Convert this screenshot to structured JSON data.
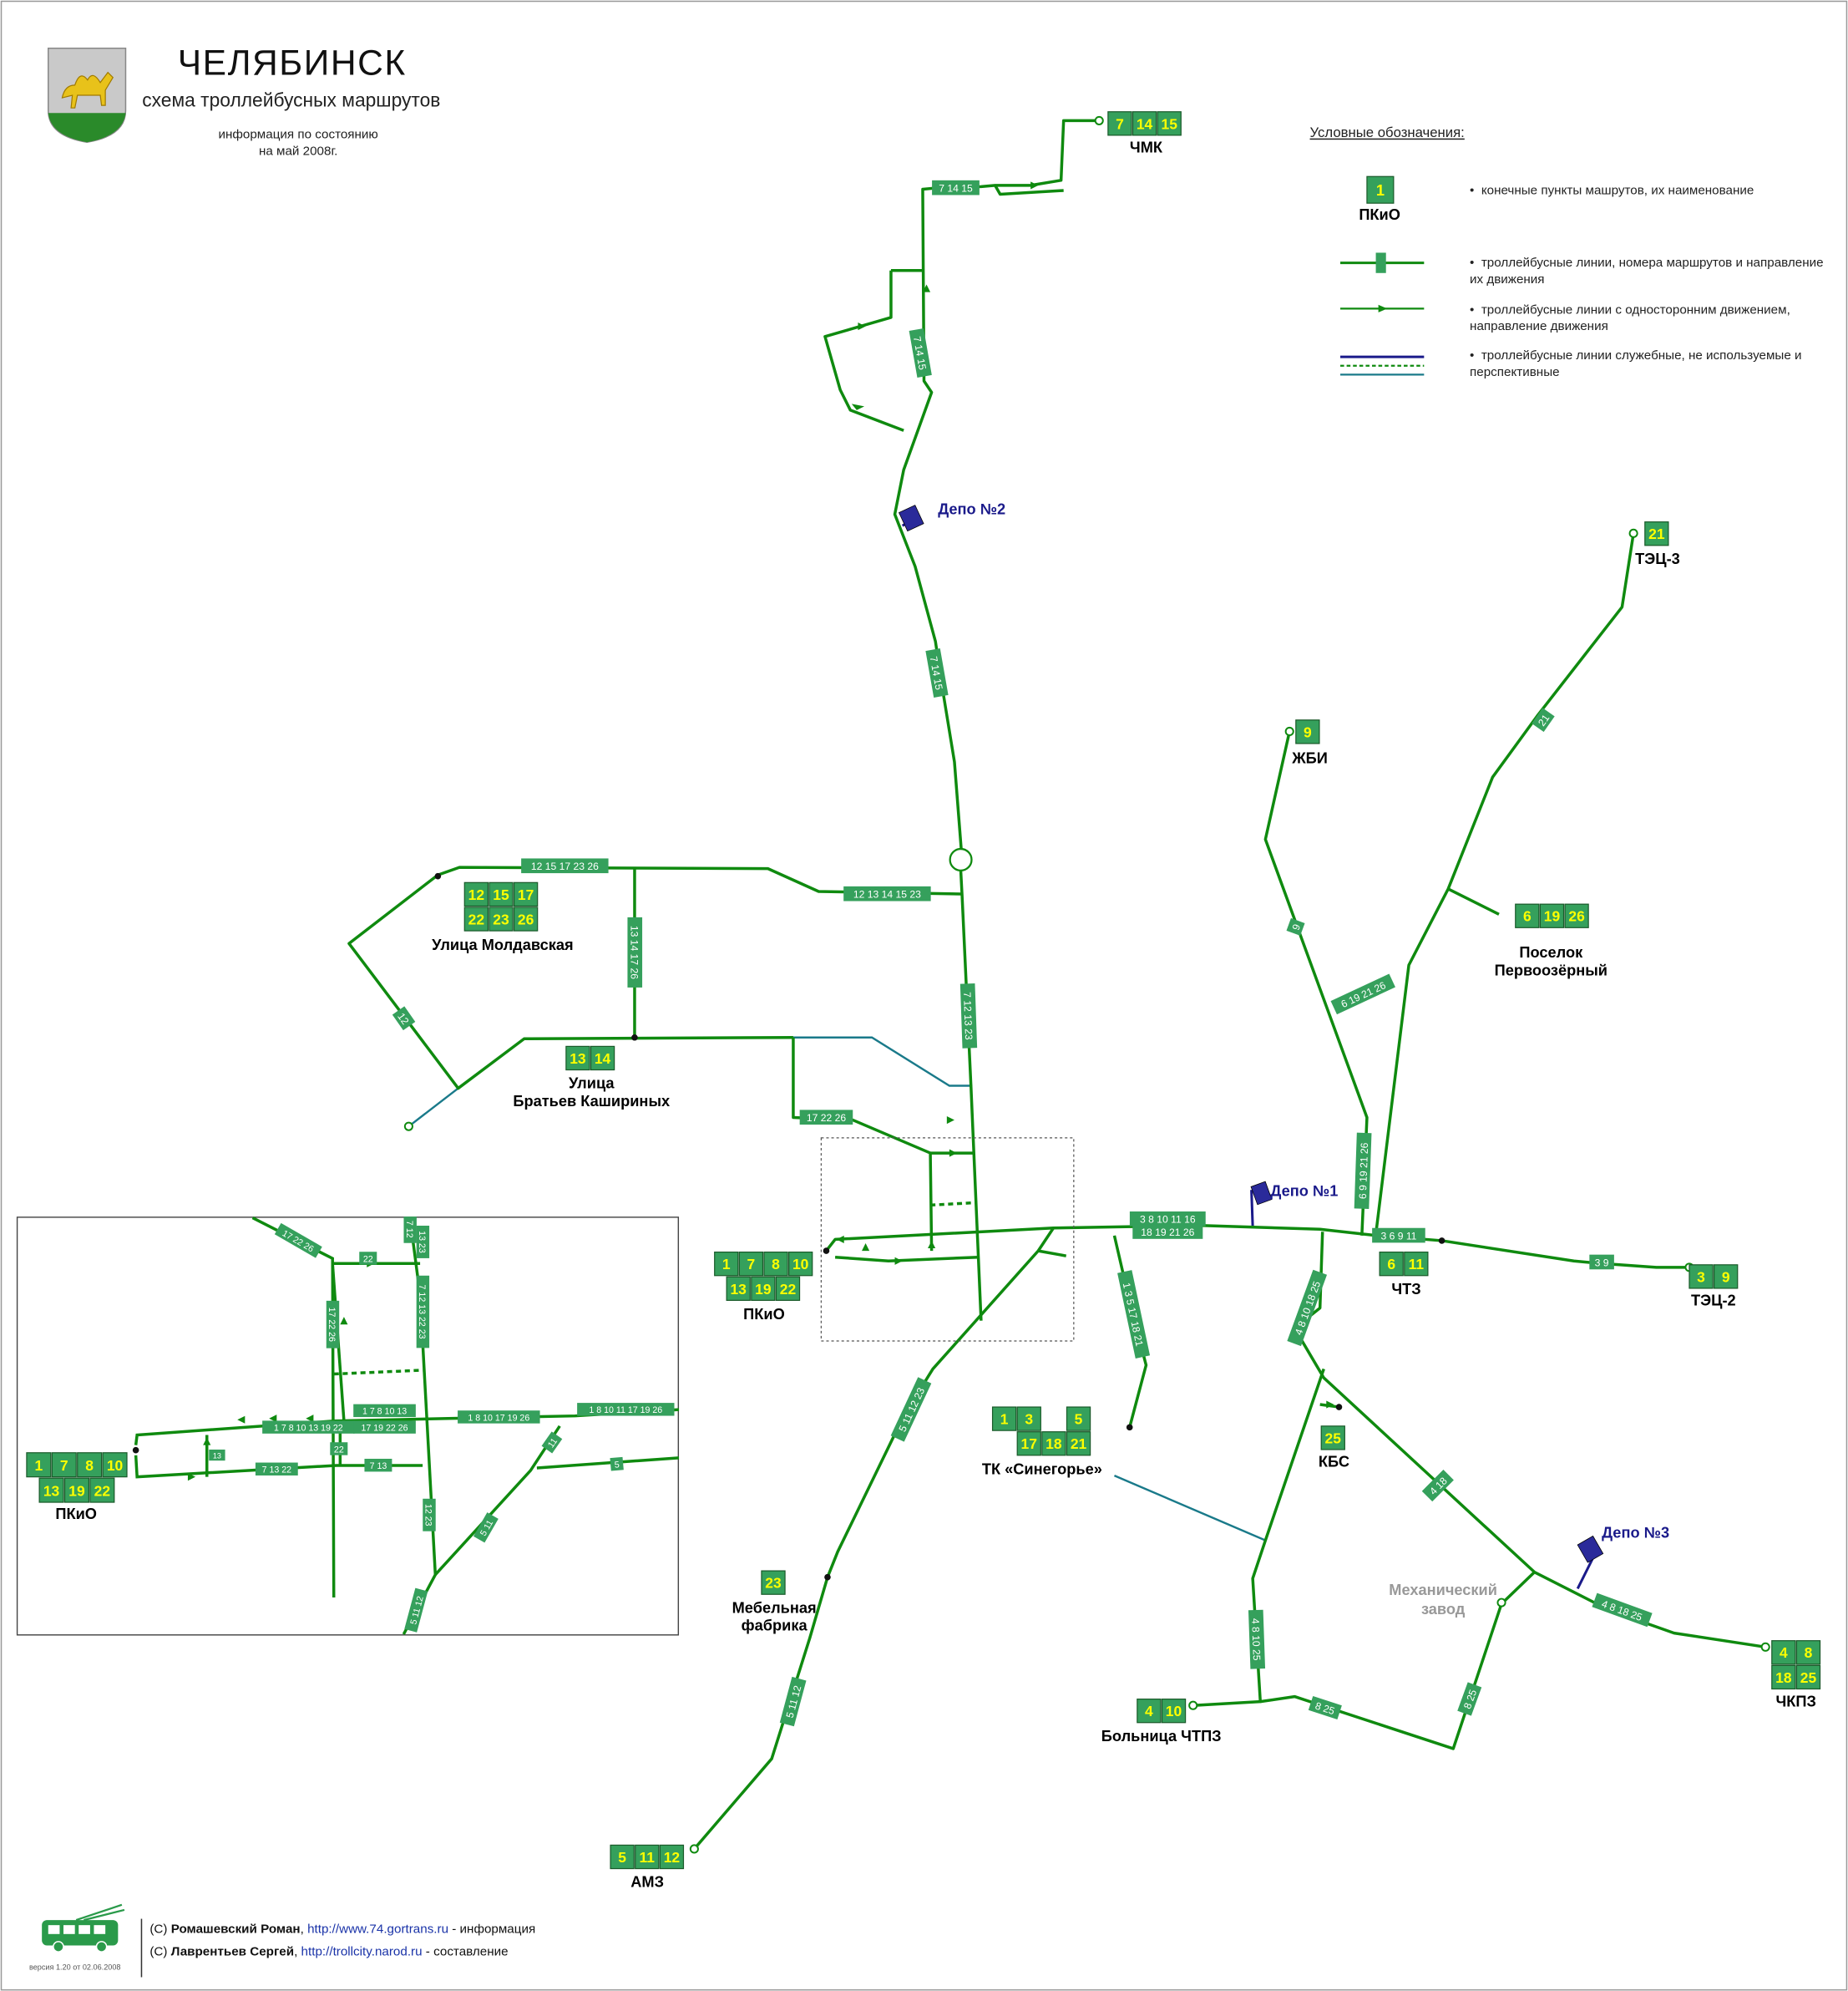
{
  "header": {
    "city": "ЧЕЛЯБИНСК",
    "subtitle": "схема троллейбусных маршрутов",
    "status_line1": "информация по состоянию",
    "status_line2": "на май 2008г."
  },
  "legend": {
    "title": "Условные обозначения:",
    "sample_route": "1",
    "sample_stop": "ПКиО",
    "items": [
      "конечные пункты машрутов, их наименование",
      "троллейбусные линии, номера маршрутов и направление их движения",
      "троллейбусные линии с односторонним движением, направление движения",
      "троллейбусные линии служебные, не используемые и перспективные"
    ]
  },
  "colors": {
    "line": "#0f8a0f",
    "box": "#35a05c",
    "box_text": "#ffff00",
    "service": "#1a7a8a",
    "depot": "#1a1a8a"
  },
  "terminals": [
    {
      "id": "chmk",
      "name": "ЧМК",
      "routes": [
        "7",
        "14",
        "15"
      ]
    },
    {
      "id": "tec3",
      "name": "ТЭЦ-3",
      "routes": [
        "21"
      ]
    },
    {
      "id": "zhbi",
      "name": "ЖБИ",
      "routes": [
        "9"
      ]
    },
    {
      "id": "pervoozerny",
      "name1": "Поселок",
      "name2": "Первоозёрный",
      "routes": [
        "6",
        "19",
        "26"
      ]
    },
    {
      "id": "moldavskaya",
      "name": "Улица Молдавская",
      "routes": [
        "12",
        "15",
        "17",
        "22",
        "23",
        "26"
      ]
    },
    {
      "id": "kashirinykh",
      "name1": "Улица",
      "name2": "Братьев Кашириных",
      "routes": [
        "13",
        "14"
      ]
    },
    {
      "id": "pkio",
      "name": "ПКиО",
      "routes": [
        "1",
        "7",
        "8",
        "10",
        "13",
        "19",
        "22"
      ]
    },
    {
      "id": "chtz",
      "name": "ЧТЗ",
      "routes": [
        "6",
        "11"
      ]
    },
    {
      "id": "tec2",
      "name": "ТЭЦ-2",
      "routes": [
        "3",
        "9"
      ]
    },
    {
      "id": "sinegorie",
      "name": "ТК «Синегорье»",
      "routes": [
        "1",
        "3",
        "5",
        "17",
        "18",
        "21"
      ]
    },
    {
      "id": "kbs",
      "name": "КБС",
      "routes": [
        "25"
      ]
    },
    {
      "id": "mebel",
      "name1": "Мебельная",
      "name2": "фабрика",
      "routes": [
        "23"
      ]
    },
    {
      "id": "chkpz",
      "name": "ЧКПЗ",
      "routes": [
        "4",
        "8",
        "18",
        "25"
      ]
    },
    {
      "id": "bolnitsa",
      "name": "Больница ЧТПЗ",
      "routes": [
        "4",
        "10"
      ]
    },
    {
      "id": "amz",
      "name": "АМЗ",
      "routes": [
        "5",
        "11",
        "12"
      ]
    }
  ],
  "depots": [
    "Депо №2",
    "Депо №1",
    "Депо №3"
  ],
  "plant": {
    "line1": "Механический",
    "line2": "завод"
  },
  "segment_labels": {
    "chmk_top": "7 14 15",
    "chmk_mid": "7 14 15",
    "north_main": "7 14 15",
    "moldavskaya_top": "12 15 17 23 26",
    "to_circle": "12 13 14 15 23",
    "kash_vertical": "13 14 17 26",
    "centre_north": "7 12 13 23",
    "pkio_branch": "17 22 26",
    "moldav_diag": "12",
    "east_upper1": "3 8 10 11 16",
    "east_upper2": "18 19 21 26",
    "chtz_label": "3 6 9 11",
    "tec2_label": "3 9",
    "synegorie_vert": "1 3 5 17 18 21",
    "chtz_vert": "6 9 19 21 26",
    "tec3_mid": "21",
    "pervo_diag": "6 19 21 26",
    "zhbi_mid": "9",
    "south_east": "4 8 10 18 25",
    "kbs_line": "4 18",
    "chkpz_line": "4 8 18 25",
    "bolnitsa_vert": "4 8 10 25",
    "bolnitsa_bottom": "8 25",
    "mech_right": "8 25",
    "amz_upper": "5 11 12 23",
    "amz_lower": "5 11 12"
  },
  "inset": {
    "labels": {
      "a": "17 22 26",
      "b": "7 12",
      "c": "13 23",
      "d": "7 12 13 22 23",
      "e": "17 22 26",
      "f": "1 7 8 10 13 19 22",
      "g": "1 7 8 10 13",
      "h": "17 19 22 26",
      "i": "1 8 10 17 19 26",
      "j": "1 8 10 11 17 19 26",
      "k": "7 13 22",
      "l": "7 13",
      "m": "12 23",
      "n": "5 11",
      "o": "5 11 12",
      "p": "11",
      "q": "5",
      "r": "22",
      "s": "22",
      "t": "13"
    }
  },
  "credits": {
    "line1_prefix": "(C)",
    "line1_name": "Ромашевский Роман",
    "line1_link": "http://www.74.gortrans.ru",
    "line1_suffix": "- информация",
    "line2_prefix": "(C)",
    "line2_name": "Лаврентьев Сергей",
    "line2_link": "http://trollcity.narod.ru",
    "line2_suffix": "- составление",
    "version": "версия 1.20 от 02.06.2008"
  }
}
